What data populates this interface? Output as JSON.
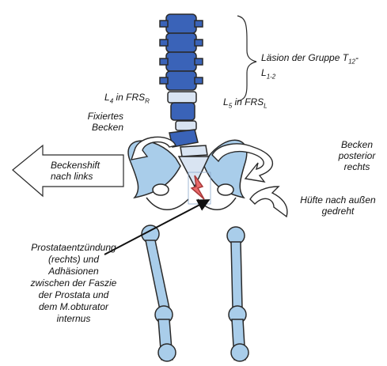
{
  "labels": {
    "lesion_line1_main": "Läsion der Gruppe T",
    "lesion_line1_sub": "12",
    "lesion_line1_tail": "-",
    "lesion_line2_main": "L",
    "lesion_line2_sub": "1-2",
    "l4_main": "L",
    "l4_sub": "4",
    "l4_mid": " in FRS",
    "l4_sub2": "R",
    "l5_main": "L",
    "l5_sub": "5",
    "l5_mid": " in FRS",
    "l5_sub2": "L",
    "fixed_pelvis_line1": "Fixiertes",
    "fixed_pelvis_line2": "Becken",
    "pelvis_posterior_line1": "Becken",
    "pelvis_posterior_line2": "posterior",
    "pelvis_posterior_line3": "rechts",
    "hip_rotated_line1": "Hüfte nach außen",
    "hip_rotated_line2": "gedreht",
    "shift_line1": "Beckenshift",
    "shift_line2": "nach links",
    "prostate_line1": "Prostataentzündung",
    "prostate_line2": "(rechts) und",
    "prostate_line3": "Adhäsionen",
    "prostate_line4": "zwischen der Faszie",
    "prostate_line5": "der Prostata und",
    "prostate_line6": "dem M.obturator",
    "prostate_line7": "internus"
  },
  "colors": {
    "vertebra_dark": "#3a63b8",
    "vertebra_light": "#d9e4f2",
    "bone": "#a9cdea",
    "outline": "#2a2a2a",
    "lightning": "#e86a6a"
  }
}
